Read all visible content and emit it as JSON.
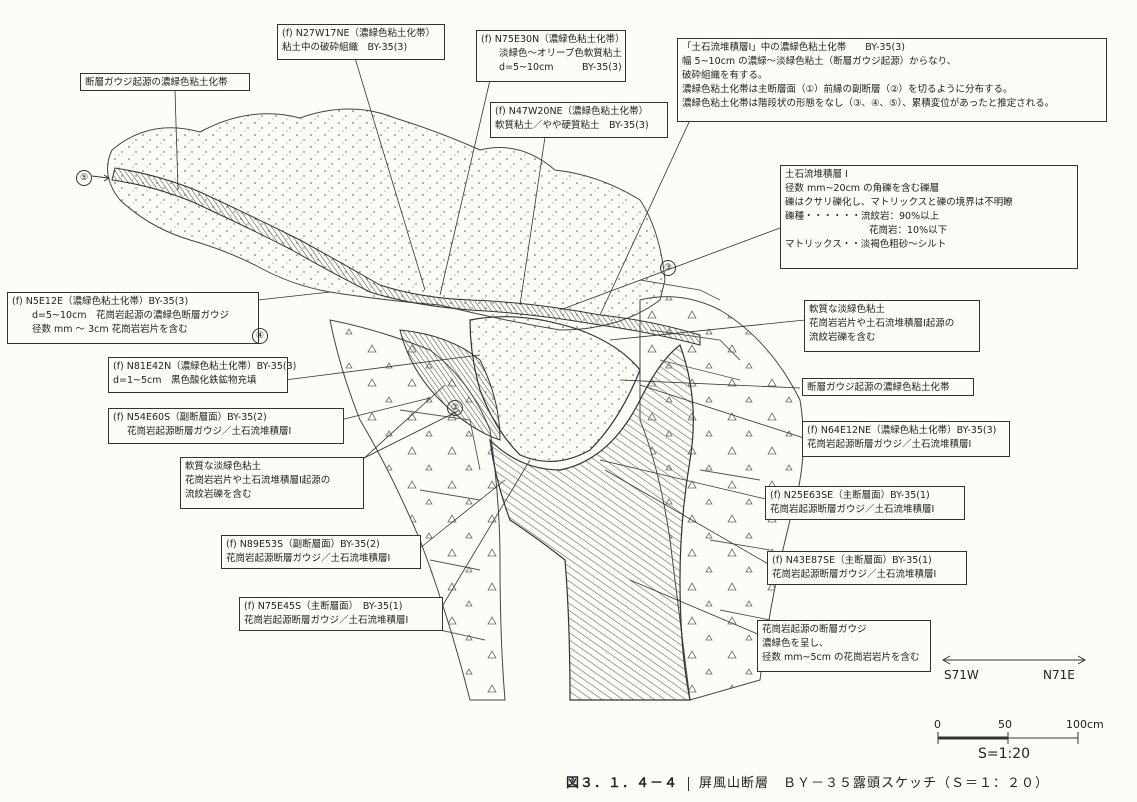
{
  "boxes": {
    "b1": {
      "l1": "(f) N27W17NE（濃緑色粘土化帯）",
      "l2": "粘土中の破砕組織　BY-35(3)"
    },
    "b2": {
      "l1": "(f) N75E30N（濃緑色粘土化帯）",
      "l2": "淡緑色～オリーブ色軟質粘土",
      "l3": "d=5~10cm　　　BY-35(3)"
    },
    "b3": {
      "l1": "(f) N47W20NE（濃緑色粘土化帯）",
      "l2": "軟質粘土／やや硬質粘土　BY-35(3)"
    },
    "b4": {
      "l1": "「土石流堆積層Ⅰ」中の濃緑色粘土化帯　　BY-35(3)",
      "l2": "幅 5~10cm の濃緑～淡緑色粘土（断層ガウジ起源）からなり、",
      "l3": "破砕組織を有する。",
      "l4": "濃緑色粘土化帯は主断層面（①）前縁の副断層（②）を切るように分布する。",
      "l5": "濃緑色粘土化帯は階段状の形態をなし（③、④、⑤）、累積変位があったと推定される。"
    },
    "b5": {
      "l1": "断層ガウジ起源の濃緑色粘土化帯"
    },
    "b6": {
      "l1": "土石流堆積層 Ⅰ",
      "l2": "径数 mm~20cm の角礫を含む礫層",
      "l3": "礫はクサリ礫化し、マトリックスと礫の境界は不明瞭",
      "l4": "礫種・・・・・・流紋岩：90%以上",
      "l5": "花崗岩：10%以下",
      "l6": "マトリックス・・淡褐色粗砂～シルト"
    },
    "b7": {
      "l1": "(f) N5E12E（濃緑色粘土化帯）BY-35(3)",
      "l2": "d=5~10cm　花崗岩起源の濃緑色断層ガウジ",
      "l3": "径数 mm ～ 3cm 花崗岩岩片を含む"
    },
    "b8": {
      "l1": "軟質な淡緑色粘土",
      "l2": "花崗岩岩片や土石流堆積層Ⅰ起源の",
      "l3": "流紋岩礫を含む"
    },
    "b9": {
      "l1": "(f) N81E42N（濃緑色粘土化帯）BY-35(3)",
      "l2": "d=1~5cm　黒色酸化鉄鉱物充填"
    },
    "b10": {
      "l1": "断層ガウジ起源の濃緑色粘土化帯"
    },
    "b11": {
      "l1": "(f) N54E60S（副断層面）BY-35(2)",
      "l2": "花崗岩起源断層ガウジ／土石流堆積層Ⅰ"
    },
    "b12": {
      "l1": "(f) N64E12NE（濃緑色粘土化帯）BY-35(3)",
      "l2": "花崗岩起源断層ガウジ／土石流堆積層Ⅰ"
    },
    "b13": {
      "l1": "軟質な淡緑色粘土",
      "l2": "花崗岩岩片や土石流堆積層Ⅰ起源の",
      "l3": "流紋岩礫を含む"
    },
    "b14": {
      "l1": "(f) N25E63SE（主断層面）BY-35(1)",
      "l2": "花崗岩起源断層ガウジ／土石流堆積層Ⅰ"
    },
    "b15": {
      "l1": "(f) N89E53S（副断層面）BY-35(2)",
      "l2": "花崗岩起源断層ガウジ／土石流堆積層Ⅰ"
    },
    "b16": {
      "l1": "(f) N43E87SE（主断層面）BY-35(1)",
      "l2": "花崗岩起源断層ガウジ／土石流堆積層Ⅰ"
    },
    "b17": {
      "l1": "(f) N75E45S（主断層面）　BY-35(1)",
      "l2": "花崗岩起源断層ガウジ／土石流堆積層Ⅰ"
    },
    "b18": {
      "l1": "花崗岩起源の断層ガウジ",
      "l2": "濃緑色を呈し、",
      "l3": "径数 mm~5cm の花崗岩岩片を含む"
    }
  },
  "markers": {
    "m5": "⑤",
    "m4": "④",
    "m3": "③",
    "m2": "②"
  },
  "direction": {
    "left": "S71W",
    "right": "N71E"
  },
  "scale": {
    "t0": "0",
    "t50": "50",
    "t100": "100cm",
    "ratio": "S=1:20"
  },
  "caption": {
    "fig": "図３．１．４－４",
    "title": "屏風山断層　ＢＹ－３５露頭スケッチ（Ｓ＝１：２０）"
  }
}
